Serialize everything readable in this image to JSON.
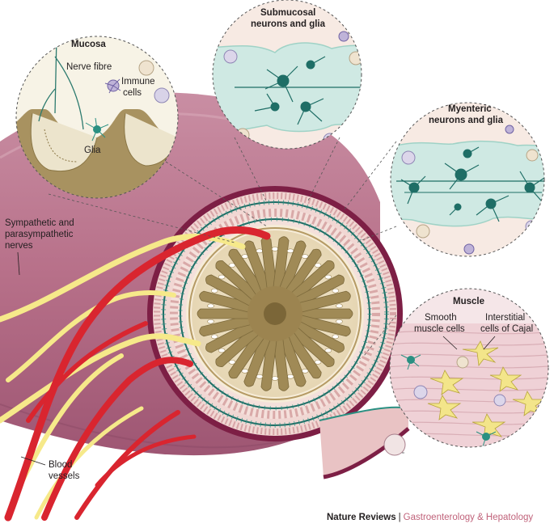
{
  "panels": {
    "mucosa": {
      "title": "Mucosa",
      "nerve_fibre": "Nerve fibre",
      "immune_cells": [
        "Immune",
        "cells"
      ],
      "glia": "Glia"
    },
    "submucosal": {
      "title": [
        "Submucosal",
        "neurons and glia"
      ]
    },
    "myenteric": {
      "title": [
        "Myenteric",
        "neurons and glia"
      ]
    },
    "muscle": {
      "title": "Muscle",
      "smooth_muscle": [
        "Smooth",
        "muscle cells"
      ],
      "icc": [
        "Interstitial",
        "cells of Cajal"
      ]
    }
  },
  "labels": {
    "nerves": [
      "Sympathetic and",
      "parasympathetic",
      "nerves"
    ],
    "vessels": [
      "Blood",
      "vessels"
    ]
  },
  "footer": {
    "publisher": "Nature Reviews",
    "separator": "|",
    "journal": "Gastroenterology & Hepatology"
  },
  "colors": {
    "gut_wall": "#a8607a",
    "outer_rim": "#7d1f45",
    "mucosa_tissue": "#a08a56",
    "nerve_yellow": "#f6e98a",
    "blood_red": "#d9252f",
    "neuron_teal": "#1f8a7c",
    "journal_pink": "#c0627a"
  }
}
